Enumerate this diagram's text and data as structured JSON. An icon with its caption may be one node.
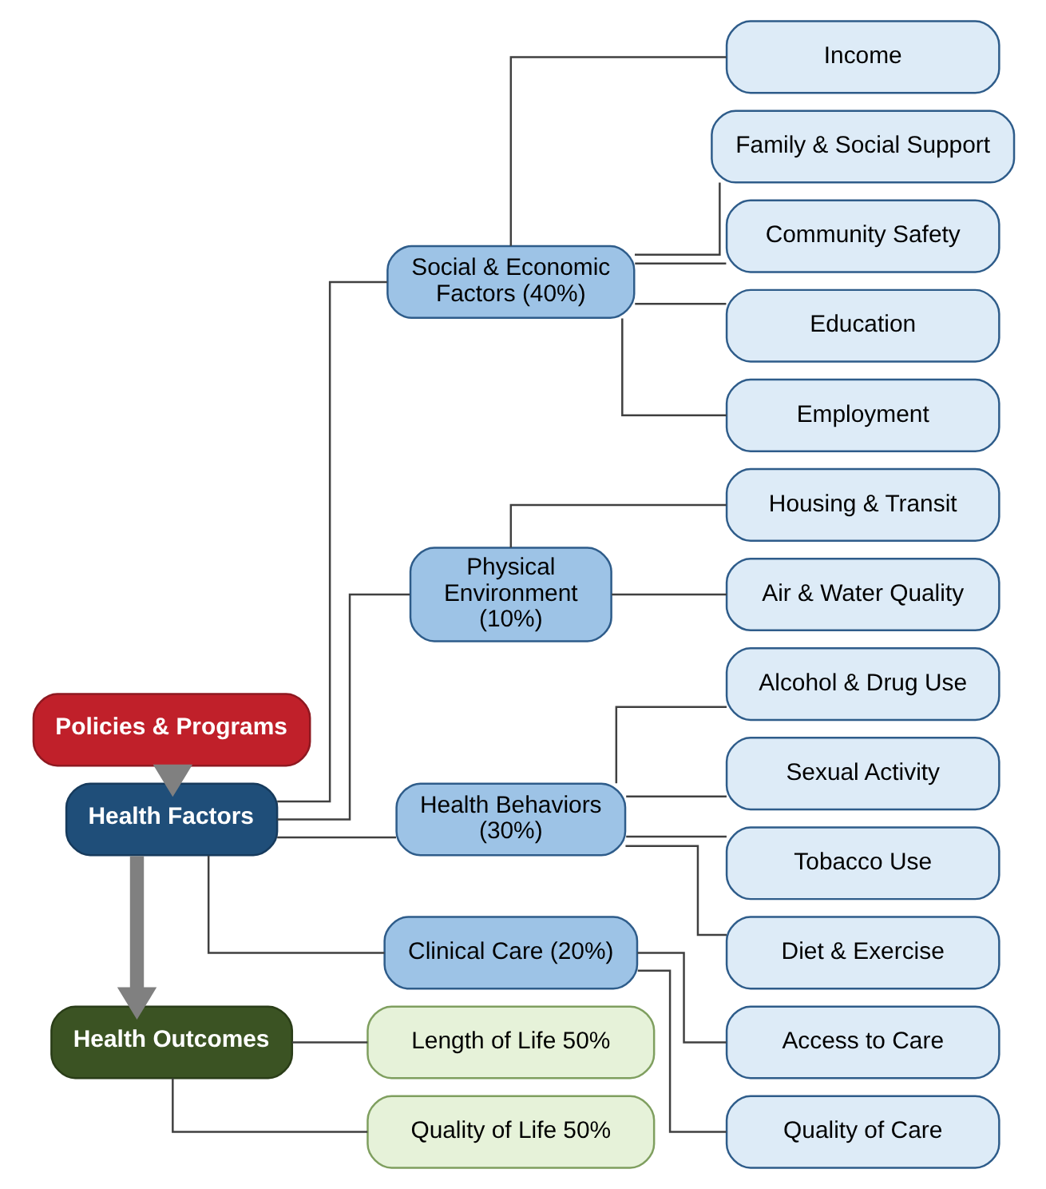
{
  "diagram": {
    "nodes": [
      {
        "text": [
          "Health Outcomes"
        ]
      },
      {
        "text": [
          "Length of Life 50%"
        ]
      },
      {
        "text": [
          "Quality of Life 50%"
        ]
      },
      {
        "text": [
          "Health Factors"
        ]
      },
      {
        "text": [
          "Health Behaviors (30%)"
        ]
      },
      {
        "text": [
          "Tobacco Use"
        ]
      },
      {
        "text": [
          "Diet & Exercise"
        ]
      },
      {
        "text": [
          "Alcohol & Drug Use"
        ]
      },
      {
        "text": [
          "Sexual Activity"
        ]
      },
      {
        "text": [
          "Clinical Care (20%)"
        ]
      },
      {
        "text": [
          "Access to Care"
        ]
      },
      {
        "text": [
          "Quality of Care"
        ]
      },
      {
        "text": [
          "Social & Economic Factors (40%)"
        ]
      },
      {
        "text": [
          "Education"
        ]
      },
      {
        "text": [
          "Employment"
        ]
      },
      {
        "text": [
          "Income"
        ]
      },
      {
        "text": [
          "Family & Social Support"
        ]
      },
      {
        "text": [
          "Community Safety"
        ]
      },
      {
        "text": [
          "Physical Environment (10%)"
        ]
      },
      {
        "text": [
          "Air & Water Quality"
        ]
      },
      {
        "text": [
          "Housing & Transit"
        ]
      },
      {
        "text": [
          "Policies & Programs"
        ]
      }
    ],
    "edges": [
      {
        "from": 0,
        "to": 1,
        "arrow": "none"
      },
      {
        "from": 0,
        "to": 2,
        "arrow": "none"
      },
      {
        "from": 3,
        "to": 4,
        "arrow": "none"
      },
      {
        "from": 3,
        "to": 9,
        "arrow": "none"
      },
      {
        "from": 3,
        "to": 12,
        "arrow": "none"
      },
      {
        "from": 3,
        "to": 18,
        "arrow": "none"
      },
      {
        "from": 4,
        "to": 5,
        "arrow": "none"
      },
      {
        "from": 4,
        "to": 6,
        "arrow": "none"
      },
      {
        "from": 4,
        "to": 7,
        "arrow": "none"
      },
      {
        "from": 4,
        "to": 8,
        "arrow": "none"
      },
      {
        "from": 9,
        "to": 10,
        "arrow": "none"
      },
      {
        "from": 9,
        "to": 11,
        "arrow": "none"
      },
      {
        "from": 12,
        "to": 13,
        "arrow": "none"
      },
      {
        "from": 12,
        "to": 14,
        "arrow": "none"
      },
      {
        "from": 12,
        "to": 15,
        "arrow": "none"
      },
      {
        "from": 12,
        "to": 16,
        "arrow": "none"
      },
      {
        "from": 12,
        "to": 17,
        "arrow": "none"
      },
      {
        "from": 18,
        "to": 19,
        "arrow": "none"
      },
      {
        "from": 18,
        "to": 20,
        "arrow": "none"
      },
      {
        "from": 21,
        "to": 3,
        "arrow": "to",
        "style": "thick",
        "color": "#808080"
      },
      {
        "from": 3,
        "to": 0,
        "arrow": "to",
        "style": "thick",
        "color": "#808080"
      }
    ]
  }
}
